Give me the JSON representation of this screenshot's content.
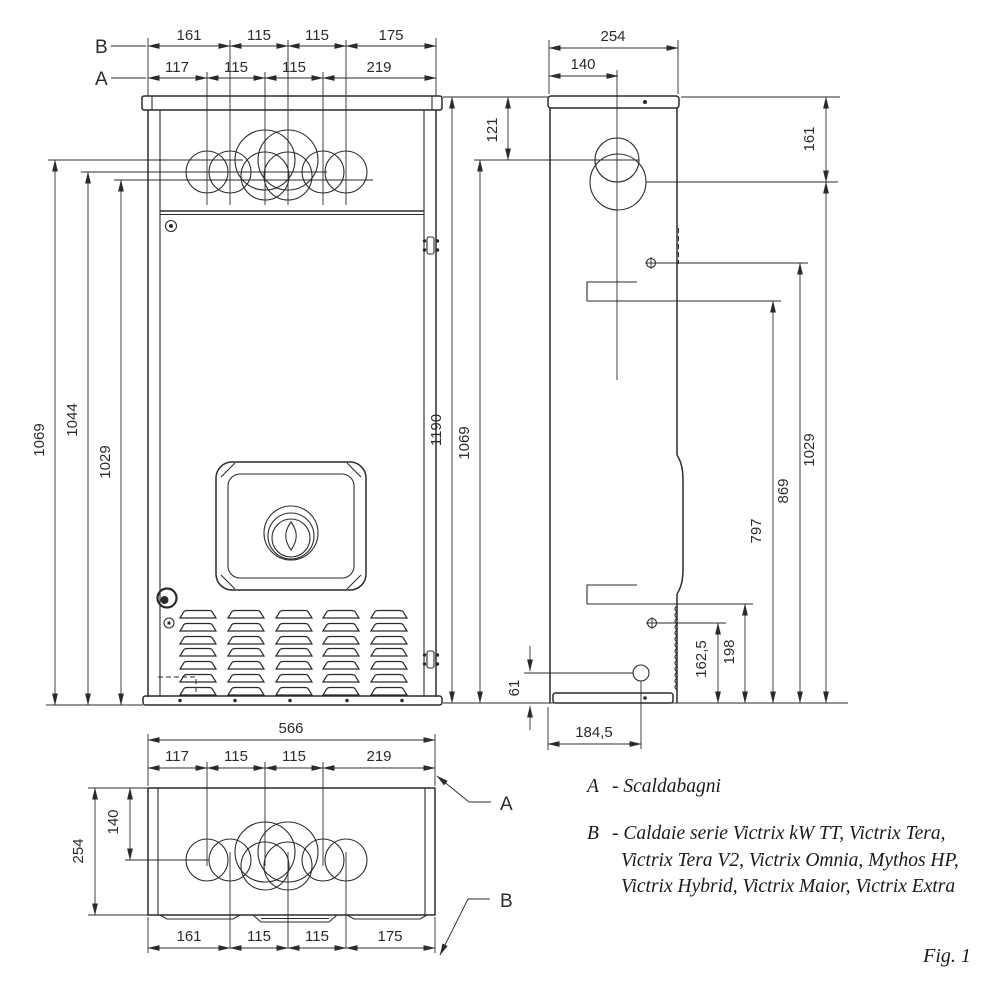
{
  "front_view": {
    "callout_b": "B",
    "callout_a": "A",
    "row_b": [
      "161",
      "115",
      "115",
      "175"
    ],
    "row_a": [
      "117",
      "115",
      "115",
      "219"
    ],
    "left_dims": [
      "1069",
      "1044",
      "1029"
    ]
  },
  "between_views": {
    "total_height": "1190",
    "body_height": "1069"
  },
  "side_view": {
    "depth": "254",
    "flue_offset": "140",
    "top_left": "121",
    "top_right": "161",
    "right_dims": [
      "1029",
      "869",
      "797",
      "198",
      "162,5"
    ],
    "bottom_left": "61",
    "bottom_offset": "184,5"
  },
  "top_view": {
    "width": "566",
    "row_a": [
      "117",
      "115",
      "115",
      "219"
    ],
    "row_b": [
      "161",
      "115",
      "115",
      "175"
    ],
    "flue_offset": "140",
    "depth": "254",
    "callout_a": "A",
    "callout_b": "B"
  },
  "legend": {
    "item_a_key": "A",
    "item_a_text": "- Scaldabagni",
    "item_b_key": "B",
    "item_b_line1": "- Caldaie serie Victrix kW TT, Victrix Tera,",
    "item_b_line2": "Victrix Tera V2, Victrix Omnia, Mythos HP,",
    "item_b_line3": "Victrix Hybrid, Victrix Maior, Victrix Extra",
    "figure_label": "Fig. 1"
  }
}
